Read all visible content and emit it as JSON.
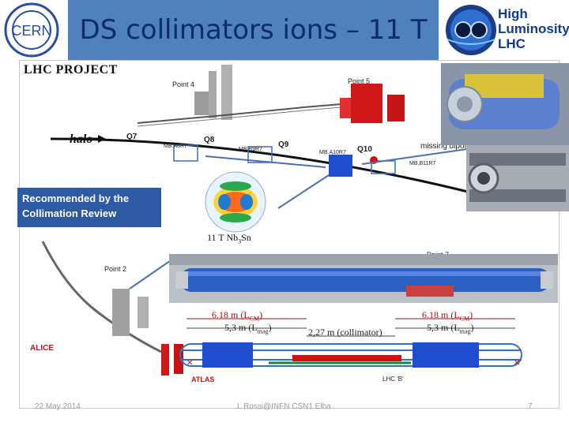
{
  "header": {
    "title": "DS collimators ions – 11 T",
    "cern_logo_text": "CERN",
    "hl_logo_lines": [
      "High",
      "Luminosity",
      "LHC"
    ]
  },
  "diagram": {
    "project_title": "LHC PROJECT",
    "point4": "Point 4",
    "point5": "Point 5",
    "point2": "Point 2",
    "point7": "Point 7",
    "alice": "ALICE",
    "atlas": "ATLAS",
    "halo": "halo",
    "q7": "Q7",
    "q8": "Q8",
    "q9": "Q9",
    "q10": "Q10",
    "mb_a8r7": "MB.A8R7",
    "mb_b9r7": "MB.B9R7",
    "mb_a10r7": "MB.A10R7",
    "mb_b11r7": "MB.B11R7",
    "missing_dipole": "missing dipole",
    "lhc_b": "LHC 'B'"
  },
  "callout": {
    "recommended_line1": "Recommended by the",
    "recommended_line2": "Collimation Review"
  },
  "magnet": {
    "caption_main": "11 T Nb",
    "caption_sub": "3",
    "caption_end": "Sn"
  },
  "dimensions": {
    "left_lcm": "6.18 m (L",
    "left_lcm_sub": "CM",
    "left_lmag": "5,3 m (L",
    "left_lmag_sub": "mag",
    "center": "2,27 m (collimator)",
    "right_lcm": "6.18 m (L",
    "right_lcm_sub": "CM",
    "right_lmag": "5,3 m (L",
    "right_lmag_sub": "mag"
  },
  "footer": {
    "date": "22 May 2014",
    "author": "L Rossi@INFN CSN1 Elba",
    "page": "7"
  },
  "colors": {
    "header_blue": "#4f81bd",
    "title_text": "#0e2c6b",
    "callout_blue": "#2e5aa3",
    "magnet_blue": "#1f4fd0",
    "collimator_red": "#d01010",
    "beam_green": "#0a8a3a",
    "arrow_blue": "#4a72b0"
  }
}
